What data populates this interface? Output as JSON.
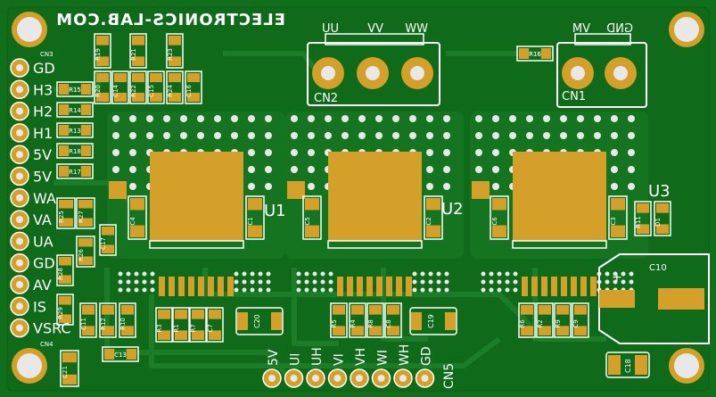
{
  "board": {
    "colors": {
      "pcb": "#116f1c",
      "copper_fill": "#0f6a19",
      "trace": "#1b7d27",
      "pad": "#d4a02a",
      "silk": "#ffffff",
      "hole": "#e8e8e8"
    },
    "title_text": "ELECTRONICS-LAB.COM",
    "connectors": {
      "cn1": {
        "label": "CN1",
        "terminals": [
          "VM",
          "GND"
        ]
      },
      "cn2": {
        "label": "CN2",
        "terminals": [
          "UU",
          "VV",
          "WW"
        ]
      },
      "cn3": {
        "label": "CN3",
        "pins": [
          "GD",
          "H3",
          "H2",
          "H1",
          "5V",
          "5V",
          "WA",
          "VA",
          "UA",
          "GD",
          "AV",
          "IS",
          "VSRC"
        ]
      },
      "cn4": {
        "label": "CN4"
      },
      "cn5": {
        "label": "CN5",
        "pins": [
          "5V",
          "UI",
          "UH",
          "VI",
          "VH",
          "WI",
          "WH",
          "GD"
        ]
      }
    },
    "ics": [
      "U1",
      "U2",
      "U3"
    ],
    "caps_large": [
      "C10",
      "C18",
      "C19",
      "C20"
    ],
    "small_parts": [
      "R19",
      "R21",
      "R23",
      "R20",
      "C14",
      "R22",
      "C15",
      "R24",
      "C16",
      "R15",
      "R14",
      "R13",
      "R18",
      "R17",
      "R25",
      "R27",
      "R26",
      "C17",
      "R28",
      "R29",
      "C11",
      "R12",
      "R10",
      "R3",
      "R1",
      "R7",
      "C7",
      "R5",
      "R4",
      "R8",
      "C8",
      "R6",
      "R2",
      "R9",
      "C9",
      "C4",
      "C1",
      "C5",
      "C2",
      "C6",
      "C3",
      "R11",
      "D1",
      "R16",
      "C21",
      "C13"
    ]
  }
}
